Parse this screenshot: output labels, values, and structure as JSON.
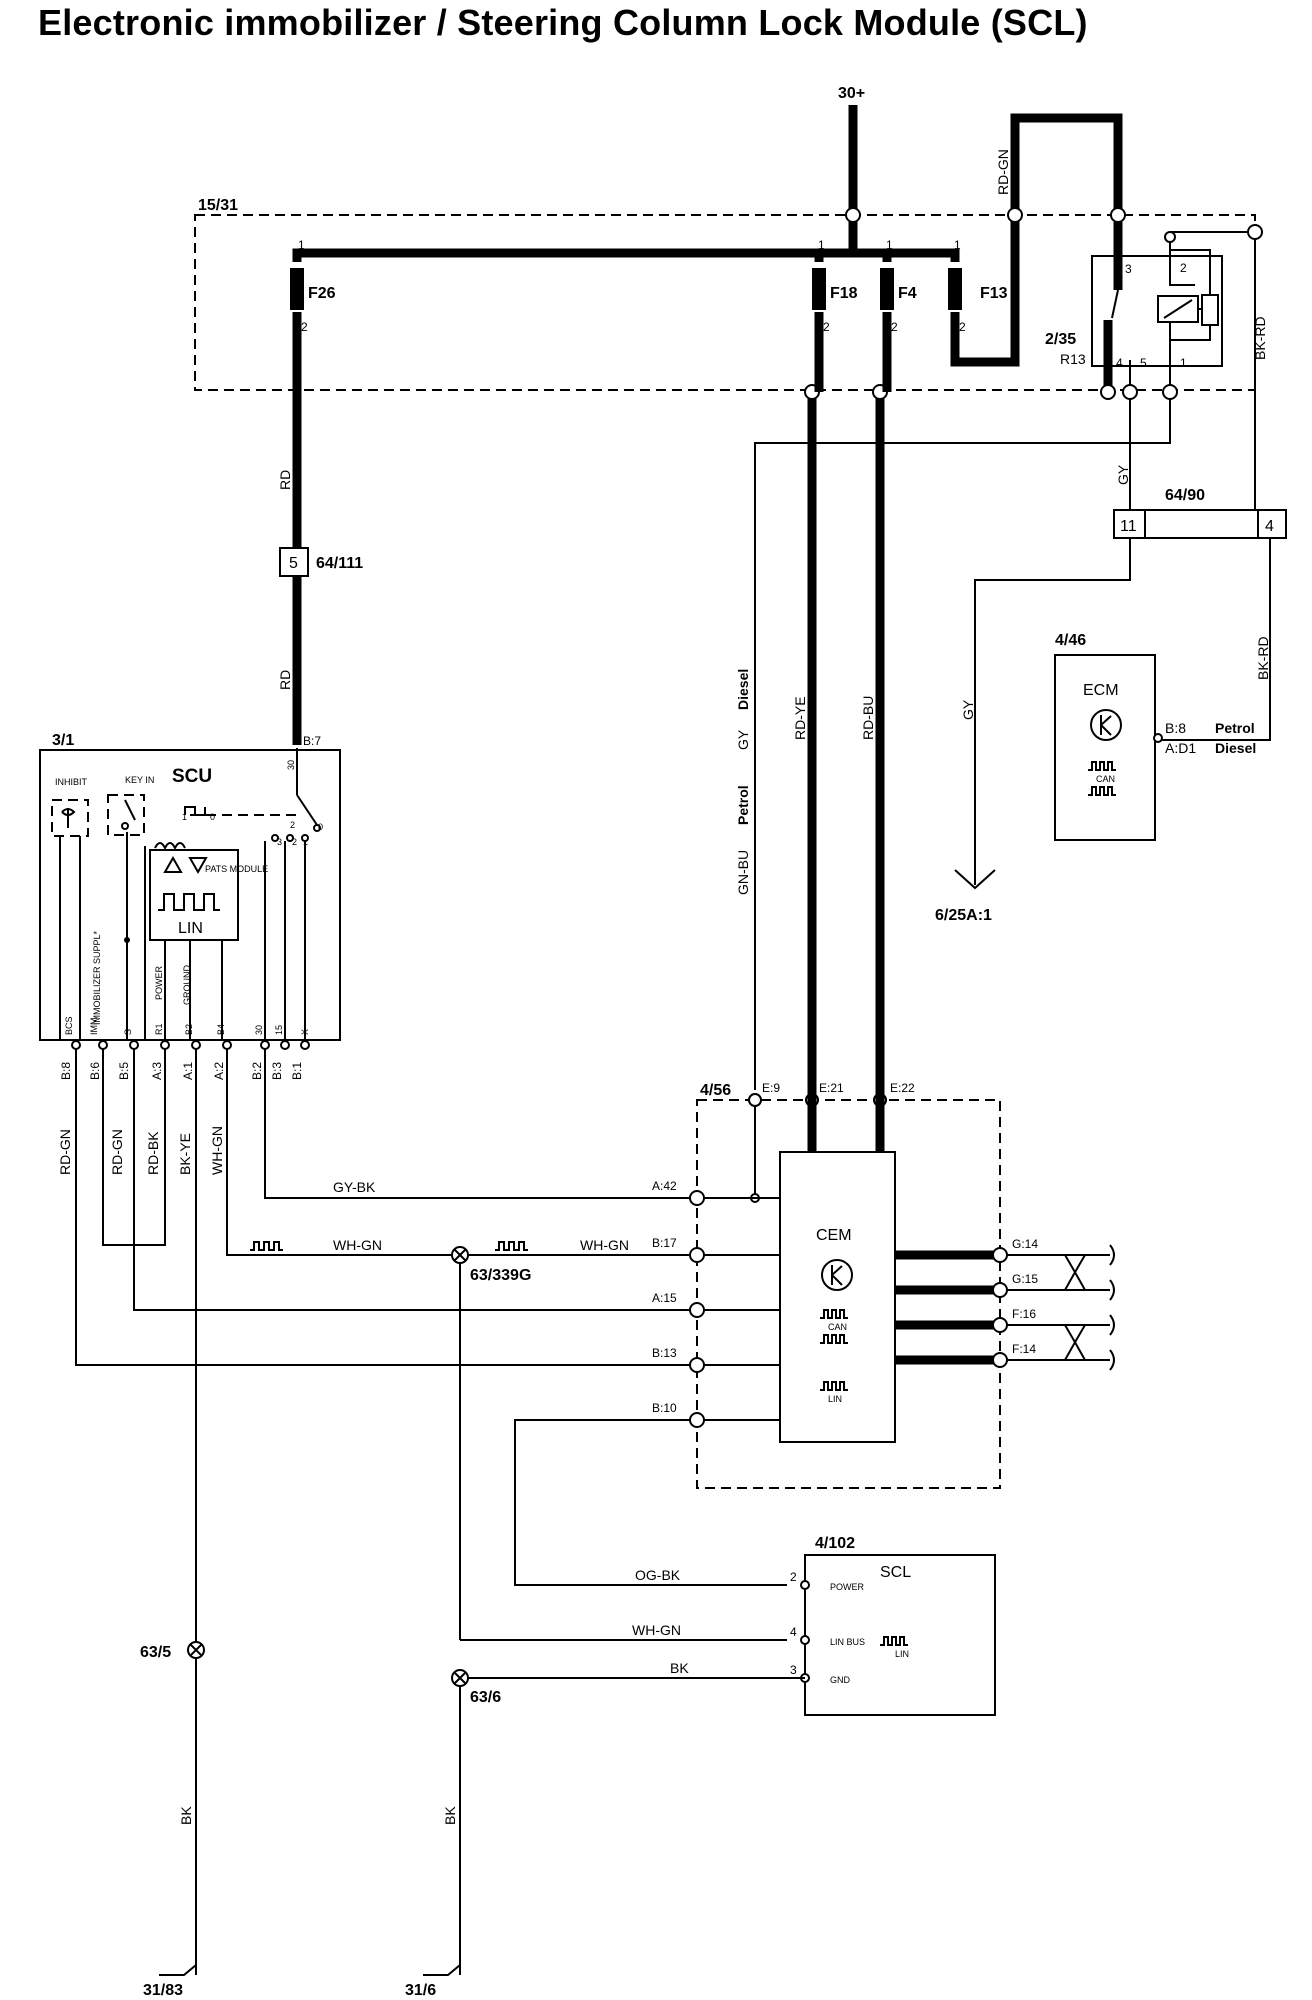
{
  "title": "Electronic immobilizer / Steering Column Lock Module (SCL)",
  "supply": {
    "label": "30+"
  },
  "fusebox": {
    "id": "15/31",
    "fuses": [
      {
        "name": "F26",
        "pin_in": "1",
        "pin_out": "2"
      },
      {
        "name": "F18",
        "pin_in": "1",
        "pin_out": "2"
      },
      {
        "name": "F4",
        "pin_in": "1",
        "pin_out": "2"
      },
      {
        "name": "F13",
        "pin_in": "1",
        "pin_out": "2"
      }
    ],
    "relay": {
      "id": "2/35",
      "ref": "R13",
      "pins": [
        "3",
        "2",
        "4",
        "5",
        "1"
      ]
    }
  },
  "wires": {
    "rd_gn_top": "RD-GN",
    "bk_rd": "BK-RD",
    "rd_1": "RD",
    "rd_2": "RD",
    "gy": "GY",
    "gy_2": "GY",
    "rd_ye": "RD-YE",
    "rd_bu": "RD-BU",
    "gy_diesel": "GY",
    "gn_bu_petrol": "GN-BU",
    "diesel": "Diesel",
    "petrol": "Petrol",
    "bk_rd_2": "BK-RD",
    "rd_gn_1": "RD-GN",
    "rd_gn_2": "RD-GN",
    "rd_bk": "RD-BK",
    "bk_ye": "BK-YE",
    "wh_gn_v": "WH-GN",
    "gy_bk": "GY-BK",
    "wh_gn_1": "WH-GN",
    "wh_gn_2": "WH-GN",
    "og_bk": "OG-BK",
    "wh_gn_3": "WH-GN",
    "bk_1": "BK",
    "bk_2": "BK",
    "bk_3": "BK"
  },
  "connector_64_111": {
    "id": "64/111",
    "pin": "5"
  },
  "connector_64_90": {
    "id": "64/90",
    "pin_a": "11",
    "pin_b": "4"
  },
  "ecm": {
    "id": "4/46",
    "name": "ECM",
    "can": "CAN",
    "pin_petrol": "B:8",
    "pin_diesel": "A:D1",
    "petrol": "Petrol",
    "diesel": "Diesel"
  },
  "ref_6_25": "6/25A:1",
  "scu": {
    "id": "3/1",
    "name": "SCU",
    "pin_b7": "B:7",
    "pin_30": "30",
    "inhibit": "INHIBIT",
    "key_in": "KEY IN",
    "pats": "PATS MODULE",
    "lin": "LIN",
    "sw_pins": [
      "1",
      "0",
      "2",
      "3",
      "2",
      "1",
      "0"
    ],
    "func": [
      "IMMOBILIZER SUPPL*",
      "POWER",
      "GROUND"
    ],
    "bottom": [
      "BCS",
      "IMM",
      "S",
      "R1",
      "B2",
      "B4",
      "30",
      "15",
      "X"
    ],
    "pins": [
      "B:8",
      "B:6",
      "B:5",
      "A:3",
      "A:1",
      "A:2",
      "B:2",
      "B:3",
      "B:1"
    ]
  },
  "cem": {
    "id": "4/56",
    "name": "CEM",
    "can": "CAN",
    "lin": "LIN",
    "top_pins": [
      "E:9",
      "E:21",
      "E:22"
    ],
    "left_pins": [
      "A:42",
      "B:17",
      "A:15",
      "B:13",
      "B:10"
    ],
    "right_pins": [
      "G:14",
      "G:15",
      "F:16",
      "F:14"
    ]
  },
  "scl": {
    "id": "4/102",
    "name": "SCL",
    "pins": [
      "2",
      "4",
      "3"
    ],
    "func": [
      "POWER",
      "LIN BUS",
      "GND"
    ],
    "lin": "LIN"
  },
  "splices": {
    "s339": "63/339G",
    "s5": "63/5",
    "s6": "63/6"
  },
  "grounds": {
    "g83": "31/83",
    "g6": "31/6"
  }
}
